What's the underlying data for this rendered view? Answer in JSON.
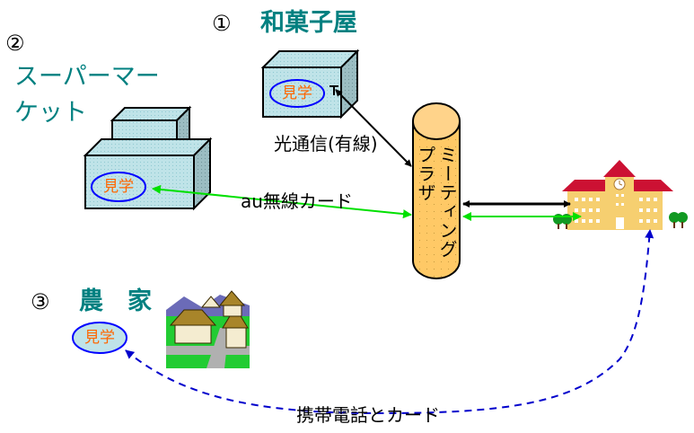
{
  "nodes": {
    "wagashiya": {
      "number": "①",
      "name": "和菓子屋",
      "badge": "見学"
    },
    "supermarket": {
      "number": "②",
      "name_line1": "スーパーマー",
      "name_line2": "ケット",
      "badge": "見学"
    },
    "farmhouse": {
      "number": "③",
      "name": "農　家",
      "badge": "見学"
    },
    "meeting_plaza": {
      "col1": "ミーティング",
      "col2": "プラザ"
    },
    "school": {
      "name": "school-building"
    }
  },
  "links": {
    "fiber": "光通信(有線)",
    "wireless": "au無線カード",
    "mobile": "携帯電話とカード"
  },
  "colors": {
    "title_teal": "#008080",
    "badge_text": "#ff6600",
    "badge_ring": "#0000ff",
    "box_fill": "#b7dde3",
    "box_side": "#8fb3b8",
    "plaza_fill": "#ffcc66",
    "wireless_line": "#00e000",
    "mobile_line": "#0000cc",
    "wired_line": "#000000"
  }
}
